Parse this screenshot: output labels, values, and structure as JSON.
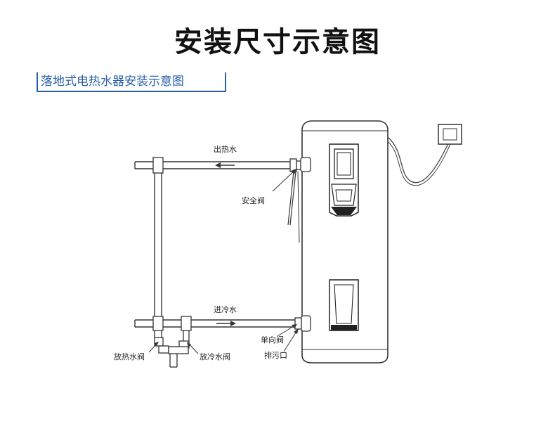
{
  "title": "安装尺寸示意图",
  "subtitle": "落地式电热水器安装示意图",
  "labels": {
    "hot_water_out": "出热水",
    "safety_valve": "安全阀",
    "cold_water_in": "进冷水",
    "check_valve": "单向阀",
    "drain": "排污口",
    "hot_drain_valve": "放热水阀",
    "cold_drain_valve": "放冷水阀"
  },
  "colors": {
    "accent": "#2a5fa8",
    "line": "#333333"
  }
}
